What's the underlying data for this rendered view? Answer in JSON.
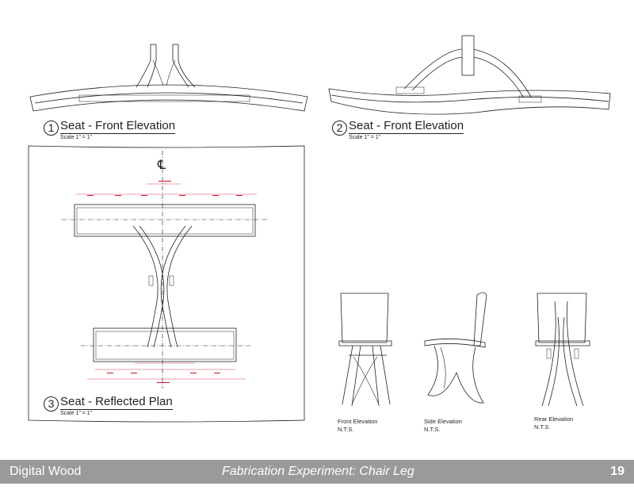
{
  "figures": {
    "fig1": {
      "number": "1",
      "title": "Seat - Front Elevation",
      "scale": "Scale 1\" = 1\""
    },
    "fig2": {
      "number": "2",
      "title": "Seat - Front Elevation",
      "scale": "Scale 1\" = 1\""
    },
    "fig3": {
      "number": "3",
      "title": "Seat - Reflected Plan",
      "scale": "Scale 1\" = 1\""
    }
  },
  "centerline_symbol": "℄",
  "elevations": {
    "front": {
      "label": "Front Elevation",
      "scale": "N.T.S."
    },
    "side": {
      "label": "Side Elevation",
      "scale": "N.T.S."
    },
    "rear": {
      "label": "Rear Elevation",
      "scale": "N.T.S."
    }
  },
  "footer": {
    "left": "Digital Wood",
    "center": "Fabrication Experiment: Chair Leg",
    "page": "19",
    "background": "#9a9a9c"
  },
  "dimension_color": "#c8102e"
}
